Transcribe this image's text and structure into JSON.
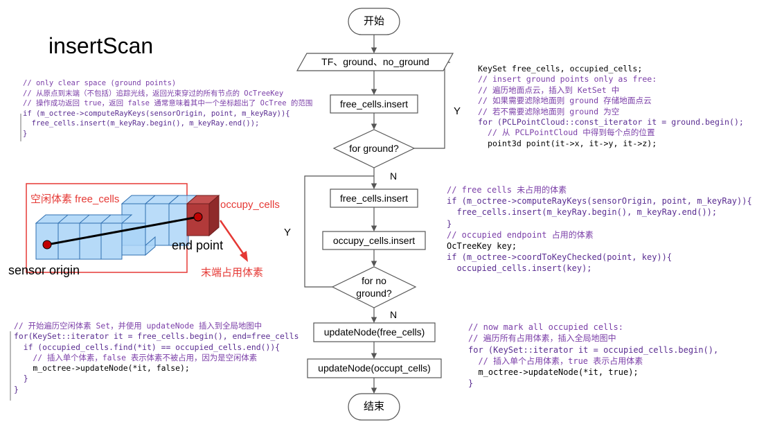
{
  "title": "insertScan",
  "flow": {
    "start": "开始",
    "tf": "TF、ground、no_ground",
    "free_insert_1": "free_cells.insert",
    "for_ground": "for ground?",
    "yes_1": "Y",
    "no_1": "N",
    "free_insert_2": "free_cells.insert",
    "occupy_insert": "occupy_cells.insert",
    "yes_2": "Y",
    "for_no_ground_1": "for no",
    "for_no_ground_2": "ground?",
    "no_2": "N",
    "update_free": "updateNode(free_cells)",
    "update_occ": "updateNode(occupt_cells)",
    "end": "结束"
  },
  "illustration": {
    "free_label": "空闲体素  free_cells",
    "occupy_label": "occupy_cells",
    "end_point": "end point",
    "sensor_origin": "sensor origin",
    "tail_label": "末端占用体素",
    "colors": {
      "red": "#e53935",
      "voxel_blue": "#9cc9f2",
      "occupied": "#b23a3a"
    }
  },
  "code_left_top": [
    "// only clear space (ground points)",
    "// 从原点到末端（不包括）追踪光线，返回光束穿过的所有节点的 OcTreeKey",
    "// 操作成功返回 true，返回 false 通常意味着其中一个坐标超出了 OcTree 的范围",
    "if (m_octree->computeRayKeys(sensorOrigin, point, m_keyRay)){",
    "  free_cells.insert(m_keyRay.begin(), m_keyRay.end());",
    "}"
  ],
  "code_right_top": [
    "KeySet free_cells, occupied_cells;",
    "// insert ground points only as free:",
    "// 遍历地面点云，插入到 KetSet 中",
    "// 如果需要滤除地面则 ground 存储地面点云",
    "// 若不需要滤除地面则 ground 为空",
    "for (PCLPointCloud::const_iterator it = ground.begin();",
    "  // 从 PCLPointCloud 中得到每个点的位置",
    "  point3d point(it->x, it->y, it->z);"
  ],
  "code_right_mid": [
    "// free cells 未占用的体素",
    "if (m_octree->computeRayKeys(sensorOrigin, point, m_keyRay)){",
    "  free_cells.insert(m_keyRay.begin(), m_keyRay.end());",
    "}",
    "// occupied endpoint 占用的体素",
    "OcTreeKey key;",
    "if (m_octree->coordToKeyChecked(point, key)){",
    "  occupied_cells.insert(key);"
  ],
  "code_left_bottom": [
    "// 开始遍历空闲体素 Set，并使用 updateNode 插入到全局地图中",
    "for(KeySet::iterator it = free_cells.begin(), end=free_cells",
    "  if (occupied_cells.find(*it) == occupied_cells.end()){",
    "    // 插入单个体素，false 表示体素不被占用，因为是空闲体素",
    "    m_octree->updateNode(*it, false);",
    "  }",
    "}"
  ],
  "code_right_bottom": [
    "// now mark all occupied cells:",
    "// 遍历所有占用体素，插入全局地图中",
    "for (KeySet::iterator it = occupied_cells.begin(),",
    "  // 插入单个占用体素，true 表示占用体素",
    "  m_octree->updateNode(*it, true);",
    "}"
  ]
}
